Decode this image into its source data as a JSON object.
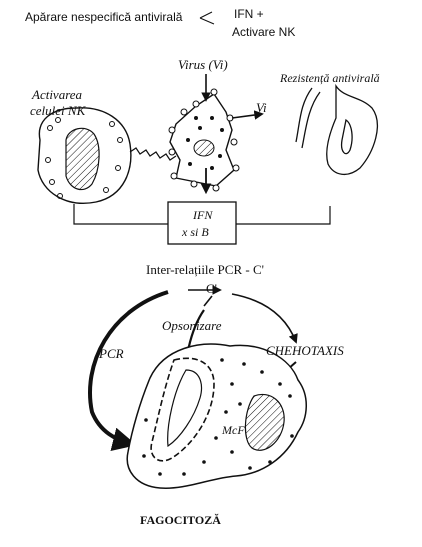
{
  "top": {
    "left_text": "Apărare nespecifică antivirală",
    "right_line1": "IFN +",
    "right_line2": "Activare NK"
  },
  "upper_diagram": {
    "virus_label": "Virus (Vi)",
    "nk_label_line1": "Activarea",
    "nk_label_line2": "celulei NK",
    "vi_arrow_label": "Vi",
    "resistance_label": "Rezistență antivirală",
    "ifn_box_line1": "IFN",
    "ifn_box_line2": "x si B"
  },
  "lower_diagram": {
    "title": "Inter-relațiile PCR - C'",
    "c_prime_label": "C'",
    "opsonization_label": "Opsonizare",
    "pcr_label": "PCR",
    "chemotaxis_label": "CHEHOTAXIS",
    "mcf_label": "McF",
    "bottom_label": "FAGOCITOZĂ"
  }
}
